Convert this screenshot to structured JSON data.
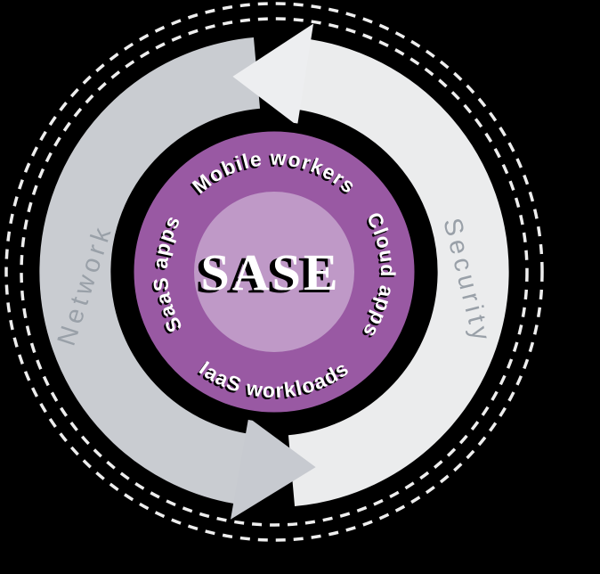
{
  "diagram": {
    "center_label": "SASE",
    "inner_ring_labels": {
      "top": "Mobile workers",
      "right": "Cloud apps",
      "bottom": "IaaS workloads",
      "left": "SaaS apps"
    },
    "outer_ring_labels": {
      "left": "Network",
      "right": "Security"
    },
    "colors": {
      "background": "#000000",
      "purple_ring": "#9959a3",
      "purple_inner": "#bf99c7",
      "network_arc": "#c9ccd1",
      "security_arc": "#ebeced",
      "network_arrowhead": "#c7cad0",
      "security_arrowhead": "#edeef0",
      "outer_label_gray": "#99a0a8",
      "dashed_circle": "#eeeeee",
      "inner_label_white": "#ffffff"
    }
  }
}
